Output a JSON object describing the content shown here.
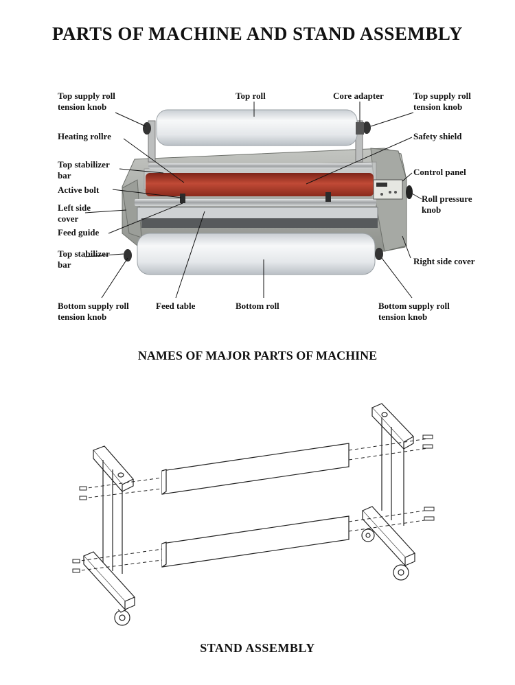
{
  "title": "PARTS OF MACHINE AND STAND ASSEMBLY",
  "machine_caption": "NAMES OF MAJOR PARTS OF MACHINE",
  "stand_caption": "STAND  ASSEMBLY",
  "labels": {
    "top_supply_left_1": "Top supply roll",
    "top_supply_left_2": "tension knob",
    "top_roll": "Top roll",
    "core_adapter": "Core adapter",
    "top_supply_right_1": "Top supply roll",
    "top_supply_right_2": "tension knob",
    "heating_roller": "Heating rollre",
    "safety_shield": "Safety shield",
    "top_stabilizer_1": "Top stabilizer",
    "top_stabilizer_2": "bar",
    "control_panel": "Control panel",
    "active_bolt": "Active  bolt",
    "roll_pressure_1": "Roll pressure",
    "roll_pressure_2": "knob",
    "left_side_1": "Left  side",
    "left_side_2": "cover",
    "feed_guide": "Feed guide",
    "top_stabilizer_b_1": "Top stabilizer",
    "top_stabilizer_b_2": "bar",
    "right_side_cover": "Right side cover",
    "bottom_supply_left_1": "Bottom supply roll",
    "bottom_supply_left_2": "tension knob",
    "feed_table": "Feed table",
    "bottom_roll": "Bottom roll",
    "bottom_supply_right_1": "Bottom supply roll",
    "bottom_supply_right_2": "tension knob"
  },
  "colors": {
    "roll": "#e9ecef",
    "heating_roller": "#b2402e",
    "body": "#a9aca7",
    "line": "#111111"
  }
}
